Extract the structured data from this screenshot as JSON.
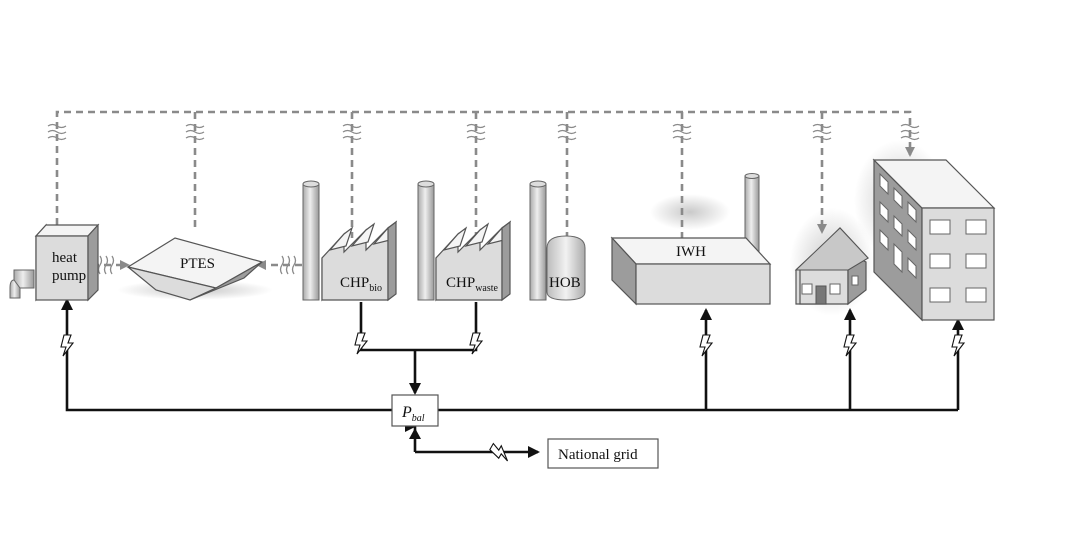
{
  "labels": {
    "heat_pump_line1": "heat",
    "heat_pump_line2": "pump",
    "ptes": "PTES",
    "chp_bio_main": "CHP",
    "chp_bio_sub": "bio",
    "chp_waste_main": "CHP",
    "chp_waste_sub": "waste",
    "hob": "HOB",
    "iwh": "IWH",
    "p_bal_main": "P",
    "p_bal_sub": "bal",
    "national_grid": "National grid"
  },
  "icons": [
    "heat-wave-icon",
    "lightning-bolt-icon",
    "heat-pump-icon",
    "storage-pit-icon",
    "factory-icon",
    "chimney-icon",
    "boiler-tank-icon",
    "industrial-building-icon",
    "house-icon",
    "apartment-building-icon"
  ],
  "colors": {
    "heat_flow": "#8a8a8a",
    "electricity_flow": "#111111",
    "equipment_fill": "#dcdcdc"
  }
}
